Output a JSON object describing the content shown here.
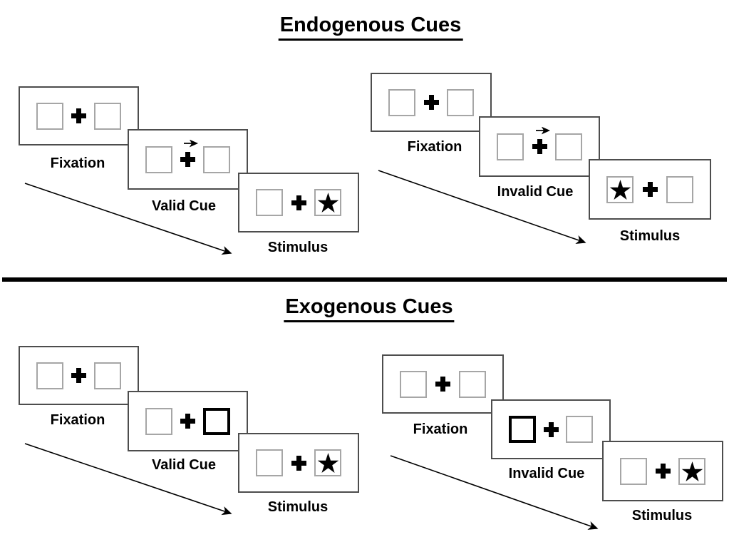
{
  "figure_type": "posner-cueing-paradigm-diagram",
  "sections": [
    {
      "title": "Endogenous Cues",
      "panels": [
        {
          "name": "valid-trial",
          "cards": [
            {
              "label": "Fixation",
              "left_box": "empty",
              "center": "fixation-cross",
              "right_box": "empty"
            },
            {
              "label": "Valid Cue",
              "left_box": "empty",
              "center": "fixation-cross",
              "cue": "arrow-right-above-cross",
              "right_box": "empty"
            },
            {
              "label": "Stimulus",
              "left_box": "empty",
              "center": "fixation-cross",
              "right_box": "star-target"
            }
          ]
        },
        {
          "name": "invalid-trial",
          "cards": [
            {
              "label": "Fixation",
              "left_box": "empty",
              "center": "fixation-cross",
              "right_box": "empty"
            },
            {
              "label": "Invalid Cue",
              "left_box": "empty",
              "center": "fixation-cross",
              "cue": "arrow-right-above-cross",
              "right_box": "empty"
            },
            {
              "label": "Stimulus",
              "left_box": "star-target",
              "center": "fixation-cross",
              "right_box": "empty"
            }
          ]
        }
      ]
    },
    {
      "title": "Exogenous Cues",
      "panels": [
        {
          "name": "valid-trial",
          "cards": [
            {
              "label": "Fixation",
              "left_box": "empty",
              "center": "fixation-cross",
              "right_box": "empty"
            },
            {
              "label": "Valid Cue",
              "left_box": "empty",
              "center": "fixation-cross",
              "right_box": "bold-highlight-box"
            },
            {
              "label": "Stimulus",
              "left_box": "empty",
              "center": "fixation-cross",
              "right_box": "star-target"
            }
          ]
        },
        {
          "name": "invalid-trial",
          "cards": [
            {
              "label": "Fixation",
              "left_box": "empty",
              "center": "fixation-cross",
              "right_box": "empty"
            },
            {
              "label": "Invalid Cue",
              "left_box": "bold-highlight-box",
              "center": "fixation-cross",
              "right_box": "empty"
            },
            {
              "label": "Stimulus",
              "left_box": "empty",
              "center": "fixation-cross",
              "right_box": "star-target"
            }
          ]
        }
      ]
    }
  ],
  "icons": {
    "fixation_cross": "✚",
    "cue_arrow": "→",
    "target_star": "★",
    "timeline_arrow": "diagonal-arrow-down-right"
  },
  "colors": {
    "background": "#ffffff",
    "ink": "#000000",
    "card_border": "#4d4d4d",
    "box_border": "#a6a6a6"
  }
}
